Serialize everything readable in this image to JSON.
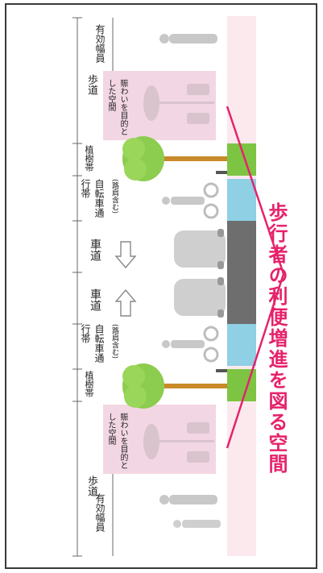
{
  "labels": {
    "sidewalk": "歩道",
    "effective_width": "有効幅員",
    "planting_zone": "植樹帯",
    "bicycle_lane": "自転車通行帯",
    "shoulder_note": "(路肩含む)",
    "roadway": "車道",
    "lively_space": "賑わいを目的とした空間"
  },
  "headline": "歩行者の利便増進を図る空間",
  "colors": {
    "road": "#6e6e6e",
    "bike_lane": "#8fd0e4",
    "planting": "#7dc443",
    "tree_trunk": "#c98a2a",
    "lively_space": "#f3d6e3",
    "sidewalk": "#fbe9ee",
    "accent": "#e6226b"
  },
  "icons": [
    "tree-icon",
    "person-icon",
    "car-icon",
    "bicycle-icon",
    "parasol-table-icon",
    "arrow-icon"
  ]
}
